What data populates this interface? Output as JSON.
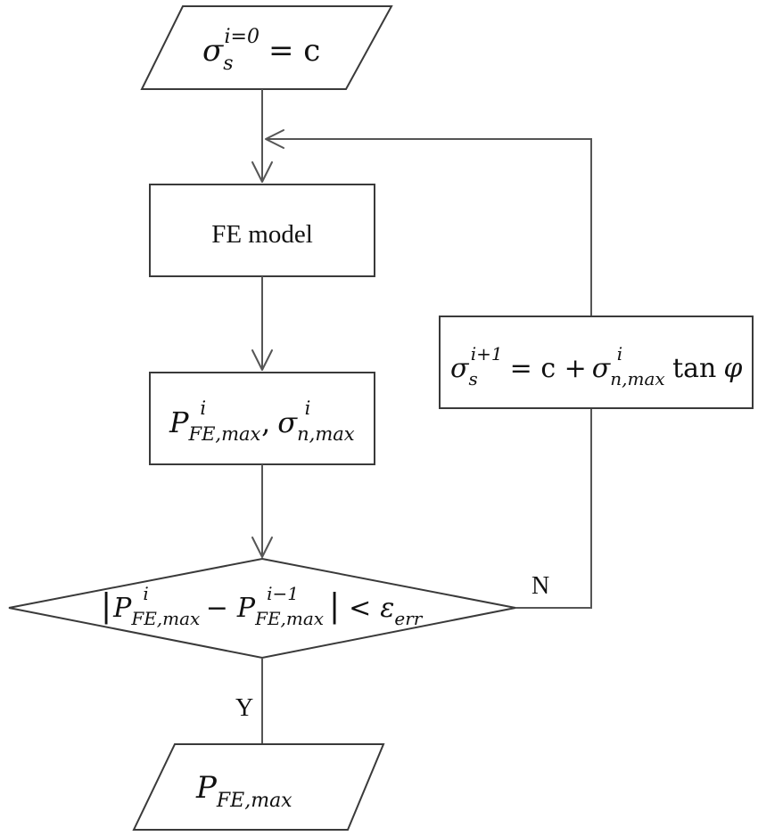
{
  "nodes": {
    "start": {
      "shape": "parallelogram",
      "symbol": "σ",
      "sub": "s",
      "sup": "i=0",
      "rhs": "= c"
    },
    "fe_model": {
      "shape": "rectangle",
      "label": "FE model"
    },
    "fe_output": {
      "shape": "rectangle",
      "p_symbol": "P",
      "p_sub": "FE,max",
      "p_sup": "i",
      "sep": ",",
      "sigma_symbol": "σ",
      "sigma_sub": "n,max",
      "sigma_sup": "i"
    },
    "decision": {
      "shape": "diamond",
      "bar": "|",
      "p_symbol": "P",
      "p_sub": "FE,max",
      "p_sup": "i",
      "minus": "−",
      "p_prev_sup": "i−1",
      "lt": "<",
      "eps": "ε",
      "eps_sub": "err"
    },
    "update": {
      "shape": "rectangle",
      "sigma_symbol": "σ",
      "sigma_sub": "s",
      "sigma_sup": "i+1",
      "eq": "= c +",
      "sigma_n_sub": "n,max",
      "sigma_n_sup": "i",
      "tan": "tan",
      "phi": "φ"
    },
    "end": {
      "shape": "parallelogram",
      "symbol": "P",
      "sub": "FE,max"
    }
  },
  "edges": {
    "yes_label": "Y",
    "no_label": "N"
  },
  "colors": {
    "stroke": "#3a3a3a",
    "line": "#555555",
    "text": "#111111",
    "background": "#ffffff"
  }
}
